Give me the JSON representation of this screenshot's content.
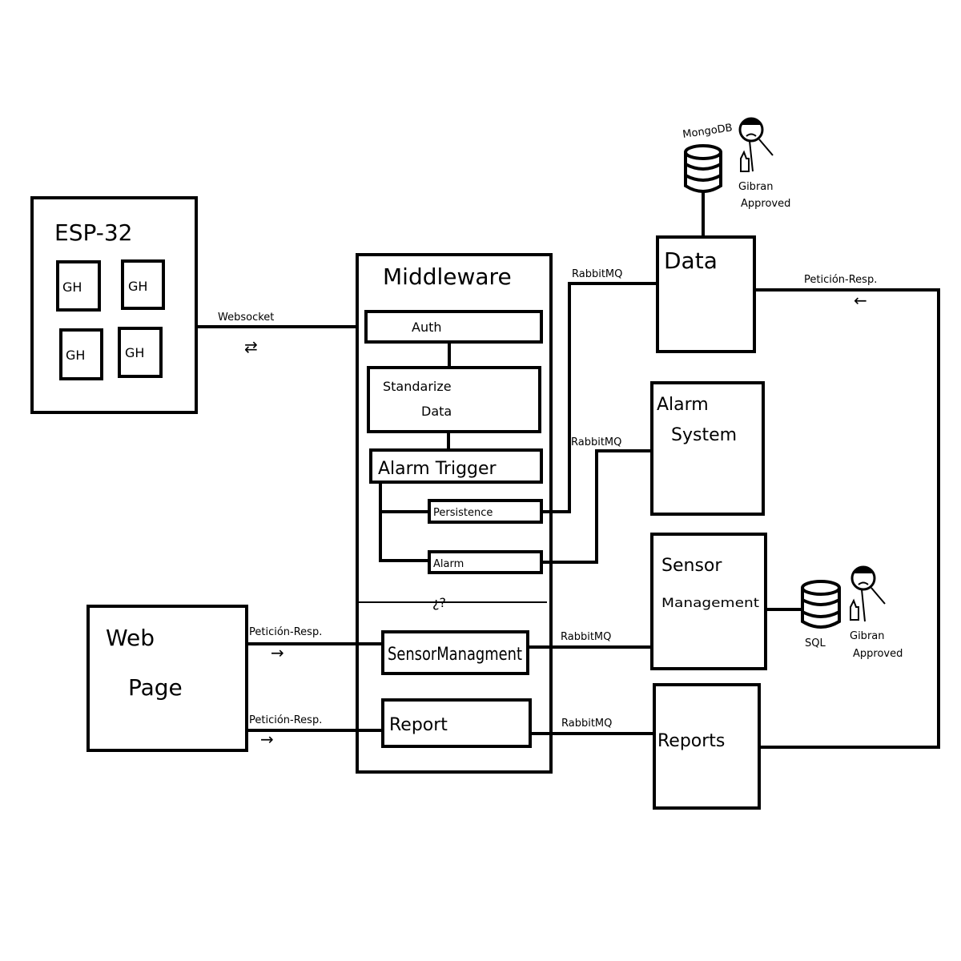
{
  "esp32": {
    "title": "ESP-32",
    "modules": [
      "GH",
      "GH",
      "GH",
      "GH"
    ]
  },
  "middleware": {
    "title": "Middleware",
    "auth": "Auth",
    "standardize_line1": "Standarize",
    "standardize_line2": "Data",
    "alarm_trigger": "Alarm Trigger",
    "persistence": "Persistence",
    "alarm": "Alarm",
    "unknown_marker": "¿?",
    "sensor_management": "SensorManagment",
    "report": "Report"
  },
  "web_page": {
    "line1": "Web",
    "line2": "Page"
  },
  "services": {
    "data": "Data",
    "alarm_system_line1": "Alarm",
    "alarm_system_line2": "System",
    "sensor_management_line1": "Sensor",
    "sensor_management_line2": "Management",
    "reports": "Reports"
  },
  "databases": {
    "mongodb": "MongoDB",
    "sql": "SQL"
  },
  "approval": {
    "line1": "Gibran",
    "line2": "Approved"
  },
  "connections": {
    "websocket": "Websocket",
    "websocket_arrows": "⇄",
    "rabbitmq": "RabbitMQ",
    "peticion_resp": "Petición-Resp.",
    "arrow_right": "→",
    "arrow_left": "←"
  }
}
